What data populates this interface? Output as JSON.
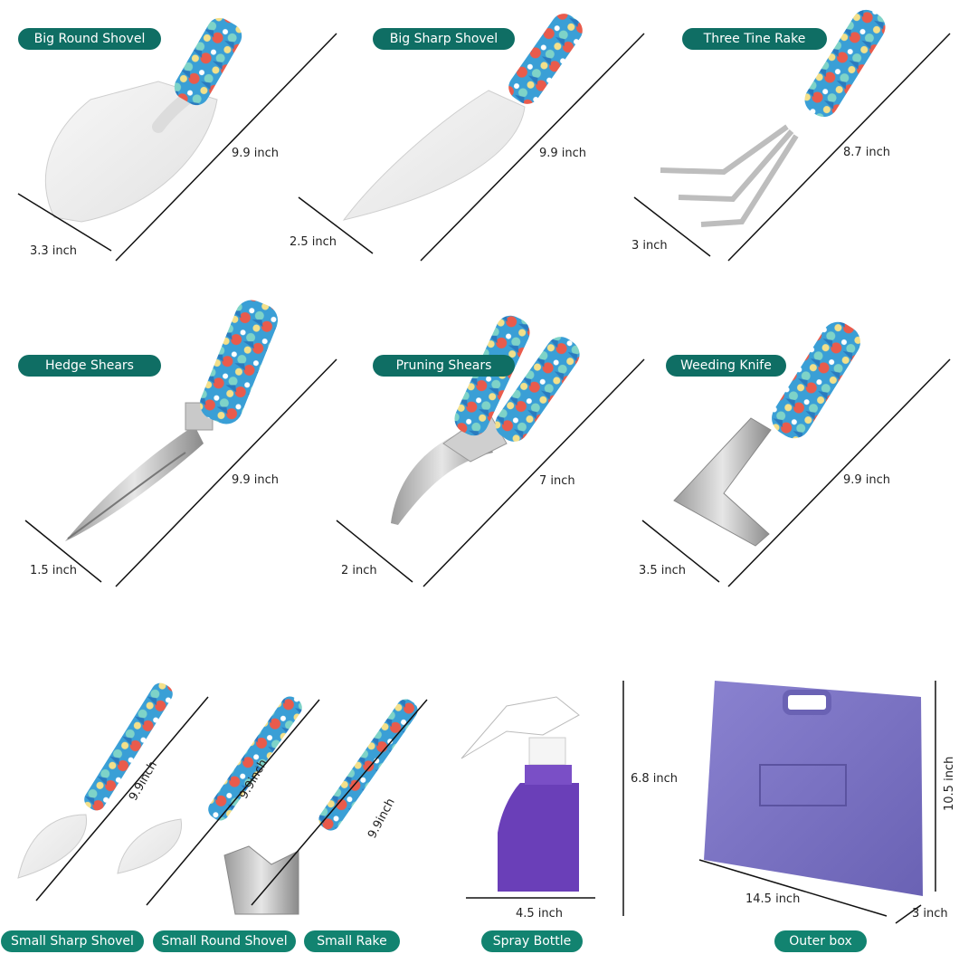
{
  "labels": {
    "big_round_shovel": "Big Round Shovel",
    "big_sharp_shovel": "Big Sharp Shovel",
    "three_tine_rake": "Three Tine Rake",
    "hedge_shears": "Hedge Shears",
    "pruning_shears": "Pruning Shears",
    "weeding_knife": "Weeding Knife",
    "small_sharp_shovel": "Small Sharp Shovel",
    "small_round_shovel": "Small Round Shovel",
    "small_rake": "Small Rake",
    "spray_bottle": "Spray Bottle",
    "outer_box": "Outer box"
  },
  "dimensions": {
    "big_round_shovel_length": "9.9 inch",
    "big_round_shovel_width": "3.3 inch",
    "big_sharp_shovel_length": "9.9 inch",
    "big_sharp_shovel_width": "2.5 inch",
    "three_tine_rake_length": "8.7 inch",
    "three_tine_rake_width": "3 inch",
    "hedge_shears_length": "9.9 inch",
    "hedge_shears_width": "1.5 inch",
    "pruning_shears_length": "7 inch",
    "pruning_shears_width": "2 inch",
    "weeding_knife_length": "9.9 inch",
    "weeding_knife_width": "3.5 inch",
    "small_sharp_shovel_length": "9.9inch",
    "small_round_shovel_length": "9.9inch",
    "small_rake_length": "9.9inch",
    "spray_bottle_height": "6.8 inch",
    "spray_bottle_width": "4.5 inch",
    "outer_box_height": "10.5 inch",
    "outer_box_width": "14.5 inch",
    "outer_box_depth": "3 inch"
  },
  "colors": {
    "label_bg": "#0f6e64",
    "label_bg_alt": "#128370",
    "box": "#7d74c4",
    "bottle": "#6a3fb8",
    "handle_blue": "#3a9fd6"
  }
}
